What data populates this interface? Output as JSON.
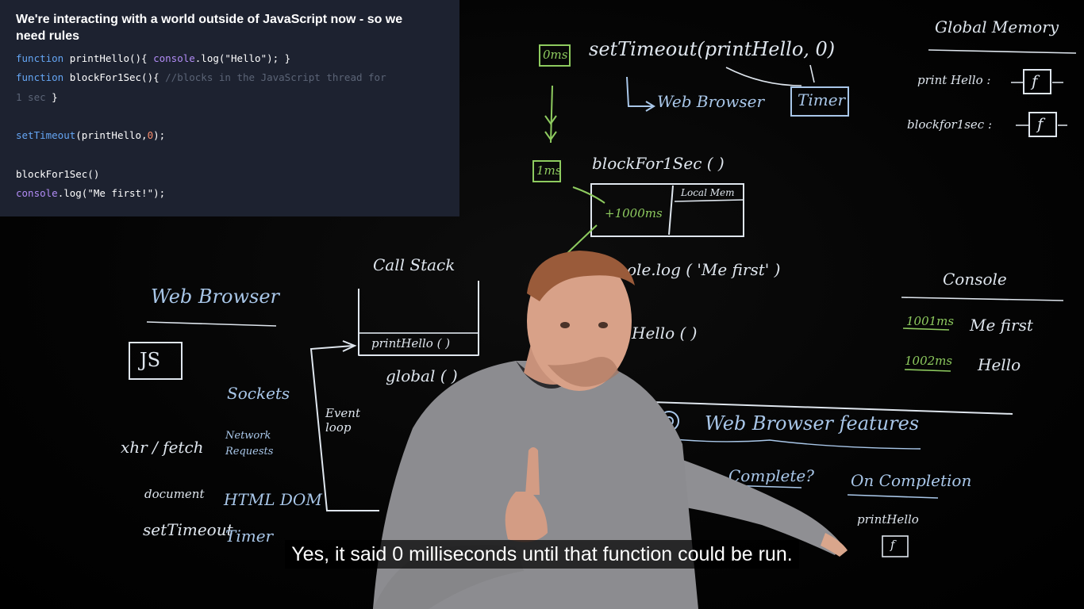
{
  "code_panel": {
    "title": "We're interacting with a world outside of JavaScript now - so we need rules",
    "lines": [
      [
        {
          "t": "function ",
          "c": "kw"
        },
        {
          "t": "printHello(){ ",
          "c": "fn"
        },
        {
          "t": "console",
          "c": "obj"
        },
        {
          "t": ".log(",
          "c": "fn"
        },
        {
          "t": "\"Hello\"",
          "c": "str"
        },
        {
          "t": "); }",
          "c": "fn"
        }
      ],
      [
        {
          "t": "function ",
          "c": "kw"
        },
        {
          "t": "blockFor1Sec(){ ",
          "c": "fn"
        },
        {
          "t": "//blocks in the JavaScript thread for",
          "c": "cm"
        }
      ],
      [
        {
          "t": "1 sec ",
          "c": "cm"
        },
        {
          "t": "}",
          "c": "fn"
        }
      ],
      [],
      [
        {
          "t": "setTimeout",
          "c": "kw"
        },
        {
          "t": "(printHello,",
          "c": "fn"
        },
        {
          "t": "0",
          "c": "num"
        },
        {
          "t": ");",
          "c": "fn"
        }
      ],
      [],
      [
        {
          "t": "blockFor1Sec()",
          "c": "fn"
        }
      ],
      [
        {
          "t": "console",
          "c": "obj"
        },
        {
          "t": ".log(",
          "c": "fn"
        },
        {
          "t": "\"Me first!\"",
          "c": "str"
        },
        {
          "t": ");",
          "c": "fn"
        }
      ]
    ]
  },
  "whiteboard": {
    "zero_ms": "0ms",
    "set_timeout_call": "setTimeout(printHello, 0)",
    "web_browser_arrow": "Web Browser",
    "timer": "Timer",
    "one_ms": "1ms",
    "block_call": "blockFor1Sec ( )",
    "local_mem": "Local Mem",
    "plus_1000ms": "+1000ms",
    "console_log_me_first": "ole.log ( 'Me first' )",
    "print_hello_call": "Hello ( )",
    "call_stack": "Call Stack",
    "stack_frame_print_hello": "printHello ( )",
    "stack_frame_global": "global ( )",
    "event_loop": "Event loop",
    "global_memory": "Global Memory",
    "gm_print_hello": "print Hello :",
    "gm_block": "blockfor1sec :",
    "fn_box": "f",
    "console_title": "Console",
    "console_entries": [
      {
        "time": "1001ms",
        "text": "Me first"
      },
      {
        "time": "1002ms",
        "text": "Hello"
      }
    ],
    "web_browser_title": "Web Browser",
    "js_box": "JS",
    "sockets": "Sockets",
    "xhr_fetch": "xhr / fetch",
    "network_requests": "Network Requests",
    "document": "document",
    "html_dom": "HTML DOM",
    "set_timeout_feature": "setTimeout",
    "timer_feature": "Timer",
    "features_heading": "Web Browser features",
    "complete_q": "Complete?",
    "on_completion": "On Completion",
    "on_completion_fn": "printHello"
  },
  "caption": "Yes, it said 0 milliseconds until that function could be run.",
  "colors": {
    "chalk_white": "#dfe6ee",
    "chalk_blue": "#a9c7e9",
    "chalk_green": "#8ecb5f",
    "panel_bg": "#1d2230"
  }
}
